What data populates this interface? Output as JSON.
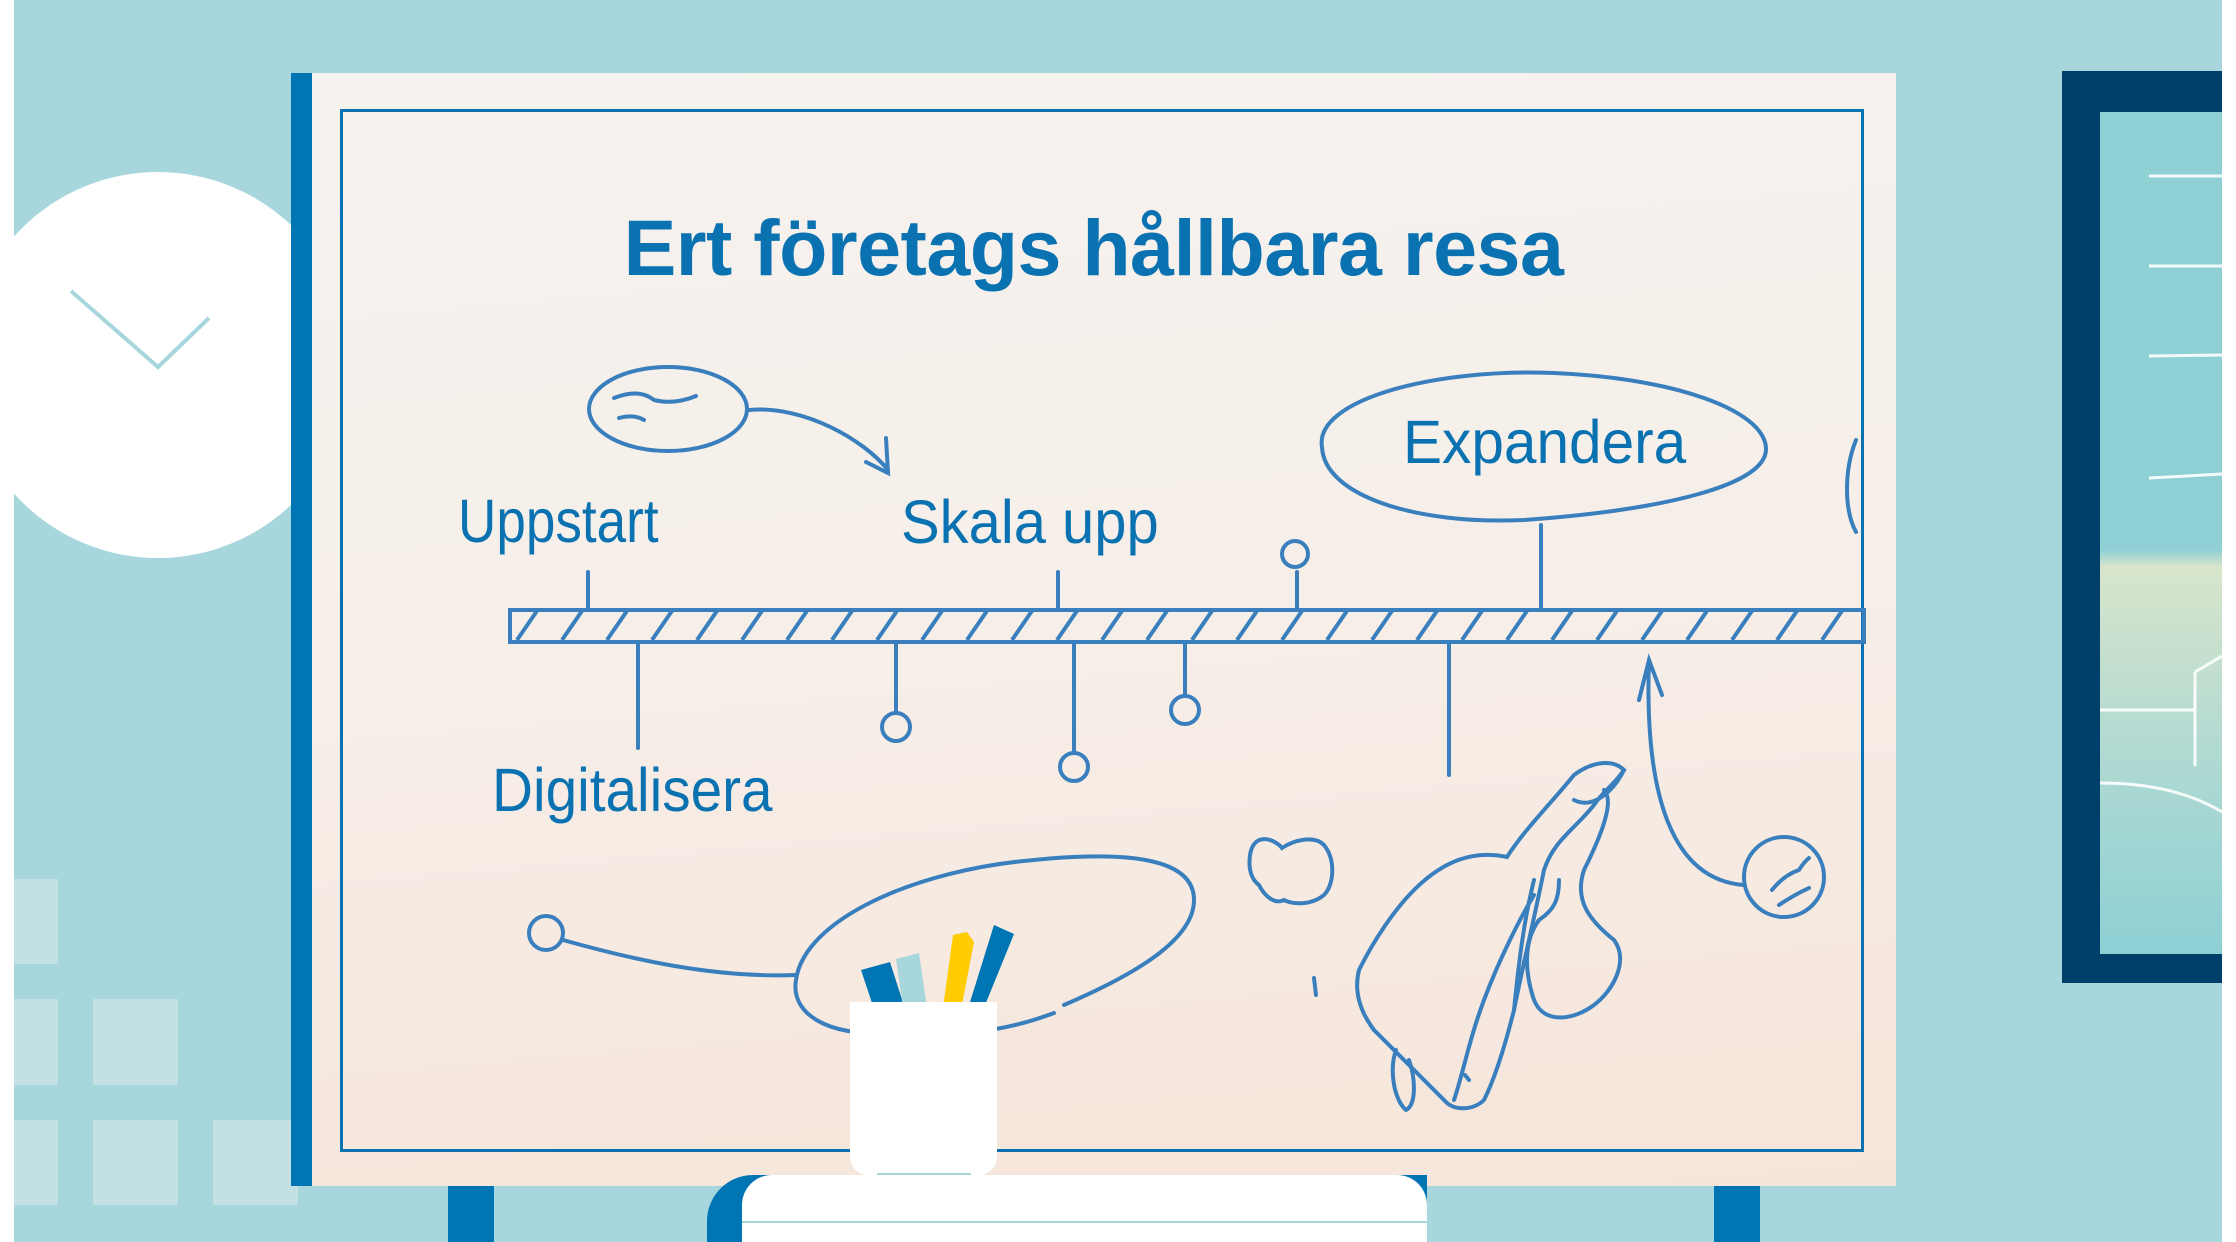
{
  "board": {
    "title": "Ert företags hållbara resa",
    "milestones": [
      {
        "id": "uppstart",
        "label": "Uppstart",
        "position": "above"
      },
      {
        "id": "digitalisera",
        "label": "Digitalisera",
        "position": "below"
      },
      {
        "id": "skala-upp",
        "label": "Skala upp",
        "position": "above"
      },
      {
        "id": "expandera",
        "label": "Expandera",
        "position": "above",
        "circled": true
      }
    ]
  },
  "colors": {
    "background": "#a7d7dc",
    "board_accent": "#0075b4",
    "ink": "#0b72b2",
    "sketch": "#3a7fbd",
    "window_frame": "#003f6a",
    "pencil_dark_blue": "#0075b4",
    "pencil_light_blue": "#a7d7dc",
    "pencil_yellow": "#ffcc00"
  }
}
